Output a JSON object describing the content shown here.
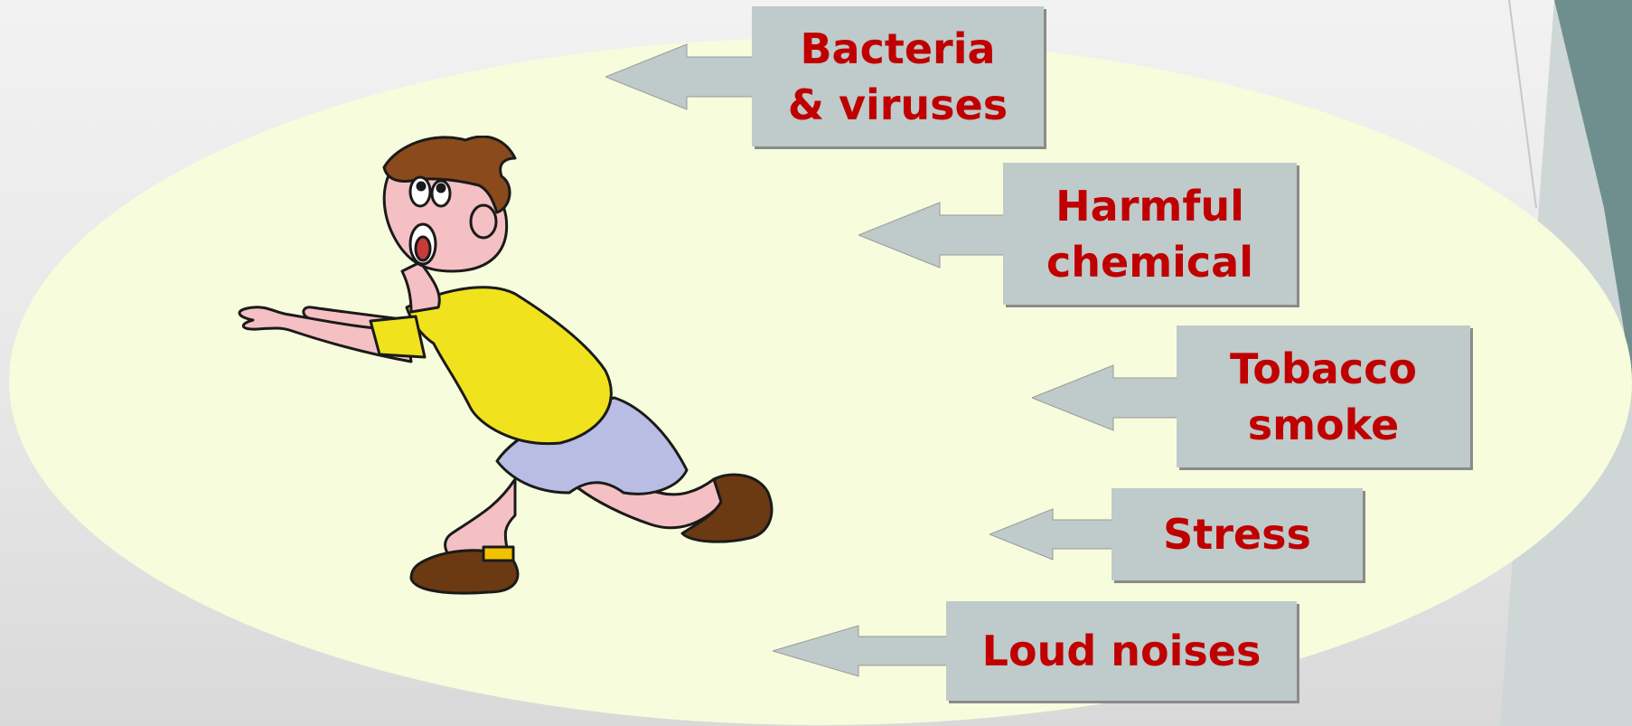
{
  "slide": {
    "callouts": [
      {
        "id": "bacteria",
        "line1": "Bacteria",
        "line2": "& viruses"
      },
      {
        "id": "chemical",
        "line1": "Harmful",
        "line2": "chemical"
      },
      {
        "id": "tobacco",
        "line1": "Tobacco",
        "line2": "smoke"
      },
      {
        "id": "stress",
        "line1": "Stress",
        "line2": ""
      },
      {
        "id": "noise",
        "line1": "Loud noises",
        "line2": ""
      }
    ],
    "illustration": "frightened boy running"
  },
  "colors": {
    "background": "#e8e8e8",
    "ellipse": "#f7fcdc",
    "box": "#bfcaca",
    "label": "#c00000",
    "accent": "#6f8f8f"
  }
}
